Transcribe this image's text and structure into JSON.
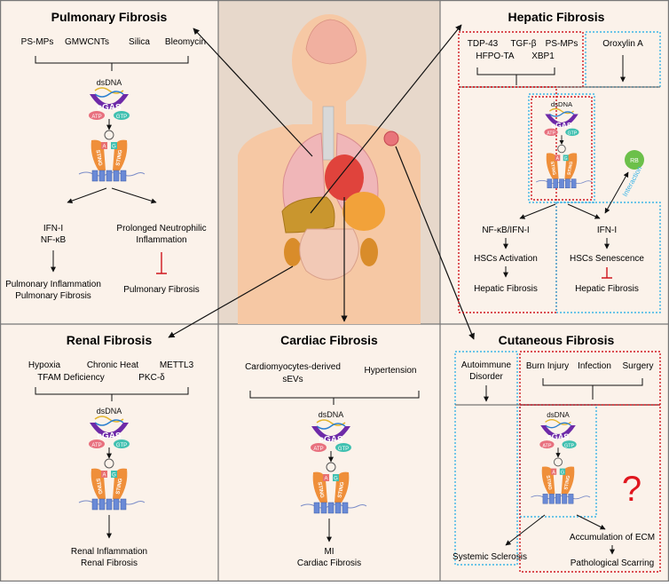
{
  "pulmonary": {
    "title": "Pulmonary Fibrosis",
    "triggers": [
      "PS-MPs",
      "GMWCNTs",
      "Silica",
      "Bleomycin"
    ],
    "left_out": [
      "IFN-I",
      "NF-κB"
    ],
    "right_out": [
      "Prolonged Neutrophilic",
      "Inflammation"
    ],
    "left_result": [
      "Pulmonary Inflammation",
      "Pulmonary Fibrosis"
    ],
    "right_result": "Pulmonary Fibrosis"
  },
  "hepatic": {
    "title": "Hepatic Fibrosis",
    "triggers_row1": [
      "TDP-43",
      "TGF-β",
      "PS-MPs"
    ],
    "triggers_row2": [
      "HFPO-TA",
      "XBP1"
    ],
    "inhibitor": "Oroxylin A",
    "rb": "RB",
    "interaction": "Interaction",
    "left_chain": [
      "NF-κB/IFN-I",
      "HSCs Activation",
      "Hepatic Fibrosis"
    ],
    "right_chain": [
      "IFN-I",
      "HSCs Senescence",
      "Hepatic Fibrosis"
    ]
  },
  "renal": {
    "title": "Renal Fibrosis",
    "triggers_row1": [
      "Hypoxia",
      "Chronic Heat",
      "METTL3"
    ],
    "triggers_row2": [
      "TFAM Deficiency",
      "PKC-δ"
    ],
    "result": [
      "Renal Inflammation",
      "Renal Fibrosis"
    ]
  },
  "cardiac": {
    "title": "Cardiac Fibrosis",
    "trigger1": [
      "Cardiomyocytes-derived",
      "sEVs"
    ],
    "trigger2": "Hypertension",
    "result": [
      "MI",
      "Cardiac Fibrosis"
    ]
  },
  "cutaneous": {
    "title": "Cutaneous Fibrosis",
    "autoimmune": [
      "Autoimmune",
      "Disorder"
    ],
    "triggers": [
      "Burn Injury",
      "Infection",
      "Surgery"
    ],
    "question": "?",
    "left_result": "Systemic Sclerosis",
    "right_result1": "Accumulation of ECM",
    "right_result2": "Pathological Scarring"
  },
  "pathway": {
    "dsdna": "dsDNA",
    "cgas": "cGAS",
    "atp": "ATP",
    "gtp": "GTP",
    "sting": "STING",
    "a": "A",
    "g": "G"
  },
  "colors": {
    "panel_bg": "#fbf2ea",
    "center_bg": "#e5d6c8",
    "skin": "#f6c8a4",
    "cgas": "#6e2aa8",
    "sting": "#ef8f3a",
    "red_box": "#d0161e",
    "blue_box": "#3cb4e6"
  }
}
